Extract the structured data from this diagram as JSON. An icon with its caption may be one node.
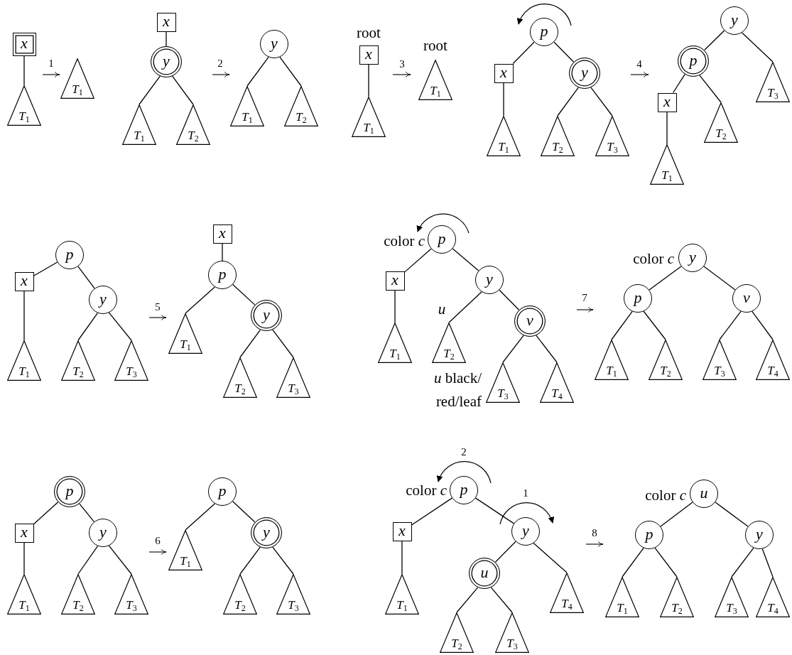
{
  "diagram": {
    "nodes": [
      {
        "text": [
          "x"
        ]
      },
      {
        "text": [
          "*T*$_{1}$"
        ]
      },
      {
        "text": [
          "*T*$_{1}$"
        ]
      },
      {
        "text": [
          "x"
        ]
      },
      {
        "text": [
          "y"
        ]
      },
      {
        "text": [
          "*T*$_{1}$"
        ]
      },
      {
        "text": [
          "*T*$_{2}$"
        ]
      },
      {
        "text": [
          "y"
        ]
      },
      {
        "text": [
          "*T*$_{1}$"
        ]
      },
      {
        "text": [
          "*T*$_{2}$"
        ]
      },
      {
        "text": [
          "x"
        ],
        "beside": [
          "root"
        ]
      },
      {
        "text": [
          "*T*$_{1}$"
        ]
      },
      {
        "text": [
          "*T*$_{1}$"
        ],
        "beside": [
          "root"
        ]
      },
      {
        "text": [
          "p"
        ]
      },
      {
        "text": [
          "x"
        ]
      },
      {
        "text": [
          "y"
        ]
      },
      {
        "text": [
          "*T*$_{1}$"
        ]
      },
      {
        "text": [
          "*T*$_{2}$"
        ]
      },
      {
        "text": [
          "*T*$_{3}$"
        ]
      },
      {
        "text": [
          "y"
        ]
      },
      {
        "text": [
          "p"
        ]
      },
      {
        "text": [
          "x"
        ]
      },
      {
        "text": [
          "*T*$_{1}$"
        ]
      },
      {
        "text": [
          "*T*$_{2}$"
        ]
      },
      {
        "text": [
          "*T*$_{3}$"
        ]
      },
      {
        "text": [
          "p"
        ]
      },
      {
        "text": [
          "x"
        ]
      },
      {
        "text": [
          "y"
        ]
      },
      {
        "text": [
          "*T*$_{1}$"
        ]
      },
      {
        "text": [
          "*T*$_{2}$"
        ]
      },
      {
        "text": [
          "*T*$_{3}$"
        ]
      },
      {
        "text": [
          "x"
        ]
      },
      {
        "text": [
          "p"
        ]
      },
      {
        "text": [
          "y"
        ]
      },
      {
        "text": [
          "*T*$_{1}$"
        ]
      },
      {
        "text": [
          "*T*$_{2}$"
        ]
      },
      {
        "text": [
          "*T*$_{3}$"
        ]
      },
      {
        "text": [
          "p"
        ],
        "beside": [
          "color *c*"
        ]
      },
      {
        "text": [
          "x"
        ]
      },
      {
        "text": [
          "y"
        ]
      },
      {
        "text": [
          "v"
        ]
      },
      {
        "text": [
          "*T*$_{1}$"
        ]
      },
      {
        "text": [
          "*T*$_{2}$"
        ]
      },
      {
        "text": [
          "*T*$_{3}$"
        ]
      },
      {
        "text": [
          "*T*$_{4}$"
        ]
      },
      {
        "text": [
          "y"
        ],
        "beside": [
          "color *c*"
        ]
      },
      {
        "text": [
          "p"
        ]
      },
      {
        "text": [
          "v"
        ]
      },
      {
        "text": [
          "*T*$_{1}$"
        ]
      },
      {
        "text": [
          "*T*$_{2}$"
        ]
      },
      {
        "text": [
          "*T*$_{3}$"
        ]
      },
      {
        "text": [
          "*T*$_{4}$"
        ]
      },
      {
        "text": [
          "p"
        ]
      },
      {
        "text": [
          "x"
        ]
      },
      {
        "text": [
          "y"
        ]
      },
      {
        "text": [
          "*T*$_{1}$"
        ]
      },
      {
        "text": [
          "*T*$_{2}$"
        ]
      },
      {
        "text": [
          "*T*$_{3}$"
        ]
      },
      {
        "text": [
          "p"
        ]
      },
      {
        "text": [
          "y"
        ]
      },
      {
        "text": [
          "*T*$_{1}$"
        ]
      },
      {
        "text": [
          "*T*$_{2}$"
        ]
      },
      {
        "text": [
          "*T*$_{3}$"
        ]
      },
      {
        "text": [
          "p"
        ],
        "beside": [
          "color *c*"
        ]
      },
      {
        "text": [
          "x"
        ]
      },
      {
        "text": [
          "y"
        ]
      },
      {
        "text": [
          "u"
        ]
      },
      {
        "text": [
          "*T*$_{1}$"
        ]
      },
      {
        "text": [
          "*T*$_{2}$"
        ]
      },
      {
        "text": [
          "*T*$_{3}$"
        ]
      },
      {
        "text": [
          "*T*$_{4}$"
        ]
      },
      {
        "text": [
          "u"
        ],
        "beside": [
          "color *c*"
        ]
      },
      {
        "text": [
          "p"
        ]
      },
      {
        "text": [
          "y"
        ]
      },
      {
        "text": [
          "*T*$_{1}$"
        ]
      },
      {
        "text": [
          "*T*$_{2}$"
        ]
      },
      {
        "text": [
          "*T*$_{3}$"
        ]
      },
      {
        "text": [
          "*T*$_{4}$"
        ]
      }
    ],
    "edges": [
      {
        "from": 0,
        "to": 1,
        "arrow": "none"
      },
      {
        "from": 3,
        "to": 4,
        "arrow": "none"
      },
      {
        "from": 4,
        "to": 5,
        "arrow": "none"
      },
      {
        "from": 4,
        "to": 6,
        "arrow": "none"
      },
      {
        "from": 7,
        "to": 8,
        "arrow": "none"
      },
      {
        "from": 7,
        "to": 9,
        "arrow": "none"
      },
      {
        "from": 10,
        "to": 11,
        "arrow": "none"
      },
      {
        "from": 13,
        "to": 14,
        "arrow": "none"
      },
      {
        "from": 13,
        "to": 15,
        "arrow": "none"
      },
      {
        "from": 14,
        "to": 16,
        "arrow": "none"
      },
      {
        "from": 15,
        "to": 17,
        "arrow": "none"
      },
      {
        "from": 15,
        "to": 18,
        "arrow": "none"
      },
      {
        "from": 19,
        "to": 20,
        "arrow": "none"
      },
      {
        "from": 19,
        "to": 24,
        "arrow": "none"
      },
      {
        "from": 20,
        "to": 21,
        "arrow": "none"
      },
      {
        "from": 20,
        "to": 23,
        "arrow": "none"
      },
      {
        "from": 21,
        "to": 22,
        "arrow": "none"
      },
      {
        "from": 25,
        "to": 26,
        "arrow": "none"
      },
      {
        "from": 25,
        "to": 27,
        "arrow": "none"
      },
      {
        "from": 26,
        "to": 28,
        "arrow": "none"
      },
      {
        "from": 27,
        "to": 29,
        "arrow": "none"
      },
      {
        "from": 27,
        "to": 30,
        "arrow": "none"
      },
      {
        "from": 31,
        "to": 32,
        "arrow": "none"
      },
      {
        "from": 32,
        "to": 34,
        "arrow": "none"
      },
      {
        "from": 32,
        "to": 33,
        "arrow": "none"
      },
      {
        "from": 33,
        "to": 35,
        "arrow": "none"
      },
      {
        "from": 33,
        "to": 36,
        "arrow": "none"
      },
      {
        "from": 37,
        "to": 38,
        "arrow": "none"
      },
      {
        "from": 37,
        "to": 39,
        "arrow": "none"
      },
      {
        "from": 38,
        "to": 41,
        "arrow": "none"
      },
      {
        "from": 39,
        "to": 42,
        "arrow": "none"
      },
      {
        "from": 39,
        "to": 40,
        "arrow": "none"
      },
      {
        "from": 40,
        "to": 43,
        "arrow": "none"
      },
      {
        "from": 40,
        "to": 44,
        "arrow": "none"
      },
      {
        "from": 45,
        "to": 46,
        "arrow": "none"
      },
      {
        "from": 45,
        "to": 47,
        "arrow": "none"
      },
      {
        "from": 46,
        "to": 48,
        "arrow": "none"
      },
      {
        "from": 46,
        "to": 49,
        "arrow": "none"
      },
      {
        "from": 47,
        "to": 50,
        "arrow": "none"
      },
      {
        "from": 47,
        "to": 51,
        "arrow": "none"
      },
      {
        "from": 52,
        "to": 53,
        "arrow": "none"
      },
      {
        "from": 52,
        "to": 54,
        "arrow": "none"
      },
      {
        "from": 53,
        "to": 55,
        "arrow": "none"
      },
      {
        "from": 54,
        "to": 56,
        "arrow": "none"
      },
      {
        "from": 54,
        "to": 57,
        "arrow": "none"
      },
      {
        "from": 58,
        "to": 60,
        "arrow": "none"
      },
      {
        "from": 58,
        "to": 59,
        "arrow": "none"
      },
      {
        "from": 59,
        "to": 61,
        "arrow": "none"
      },
      {
        "from": 59,
        "to": 62,
        "arrow": "none"
      },
      {
        "from": 63,
        "to": 64,
        "arrow": "none"
      },
      {
        "from": 63,
        "to": 65,
        "arrow": "none"
      },
      {
        "from": 64,
        "to": 67,
        "arrow": "none"
      },
      {
        "from": 65,
        "to": 66,
        "arrow": "none"
      },
      {
        "from": 65,
        "to": 70,
        "arrow": "none"
      },
      {
        "from": 66,
        "to": 68,
        "arrow": "none"
      },
      {
        "from": 66,
        "to": 69,
        "arrow": "none"
      },
      {
        "from": 71,
        "to": 72,
        "arrow": "none"
      },
      {
        "from": 71,
        "to": 73,
        "arrow": "none"
      },
      {
        "from": 72,
        "to": 74,
        "arrow": "none"
      },
      {
        "from": 72,
        "to": 75,
        "arrow": "none"
      },
      {
        "from": 73,
        "to": 76,
        "arrow": "none"
      },
      {
        "from": 73,
        "to": 77,
        "arrow": "none"
      }
    ],
    "labels": [
      "1",
      "2",
      "3",
      "4",
      "5",
      "u",
      "*u* black/ red/leaf",
      "7",
      "6",
      "2",
      "1",
      "8"
    ]
  }
}
